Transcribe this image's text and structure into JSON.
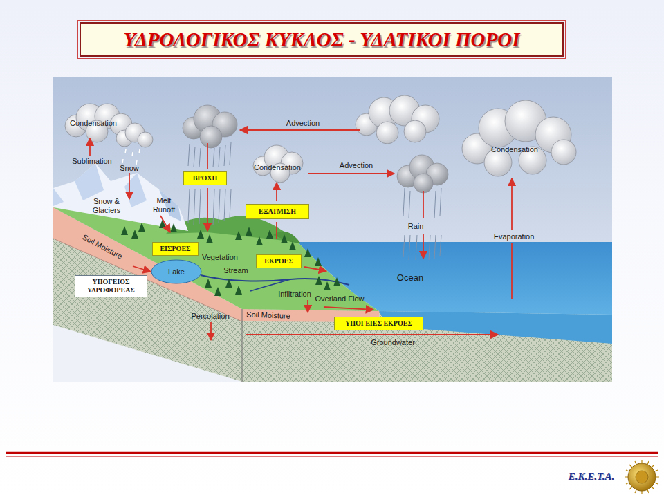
{
  "diagram": {
    "title": "ΥΔΡΟΛΟΓΙΚΟΣ ΚΥΚΛΟΣ - ΥΔΑΤΙΚΟΙ ΠΟΡΟΙ",
    "nodes": [
      {
        "text": [
          "ΒΡΟΧΗ"
        ]
      },
      {
        "text": [
          "ΕΞΑΤΜΙΣΗ"
        ]
      },
      {
        "text": [
          "ΕΙΣΡΟΕΣ"
        ]
      },
      {
        "text": [
          "ΕΚΡΟΕΣ"
        ]
      },
      {
        "text": [
          "ΥΠΟΓΕΙΟΣ ΥΔΡΟΦΟΡΕΑΣ"
        ]
      },
      {
        "text": [
          "ΥΠΟΓΕΙΕΣ ΕΚΡΟΕΣ"
        ]
      }
    ],
    "labels": [
      "Condensation",
      "Sublimation",
      "Snow",
      "Advection",
      "Condensation",
      "Advection",
      "Condensation",
      "Snow & Glaciers",
      "Melt Runoff",
      "Rain",
      "Evaporation",
      "Soil Moisture",
      "Lake",
      "Vegetation",
      "Stream",
      "Ocean",
      "Infiltration",
      "Overland Flow",
      "Percolation",
      "Soil Moisture",
      "Groundwater",
      "Ε.Κ.Ε.Τ.Α."
    ]
  }
}
